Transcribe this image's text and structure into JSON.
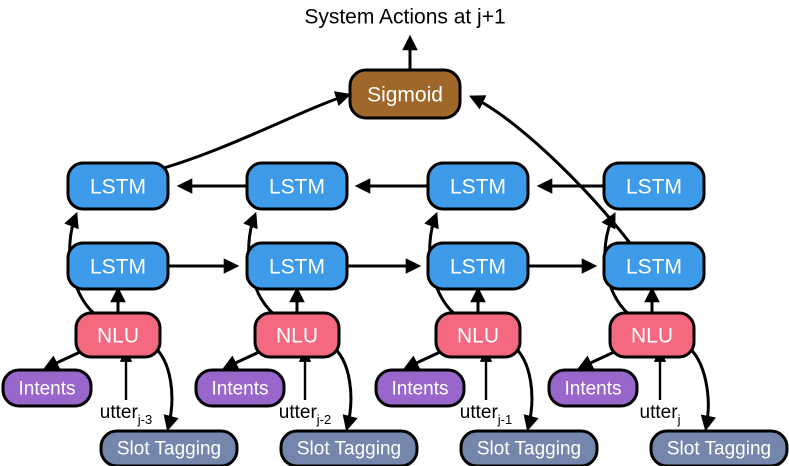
{
  "diagram": {
    "title": "System Actions at j+1",
    "colors": {
      "lstm": "#3D9BE9",
      "nlu": "#F4697F",
      "sigmoid": "#A0672B",
      "intents": "#9966CC",
      "slot_tagging": "#7486AC",
      "stroke": "#000000",
      "label_text": "#FFFFFF",
      "background": "#FFFFFF"
    },
    "labels": {
      "lstm": "LSTM",
      "nlu": "NLU",
      "sigmoid": "Sigmoid",
      "intents": "Intents",
      "slot_tagging": "Slot Tagging"
    },
    "timesteps": [
      {
        "index": 0,
        "utter_base": "utter",
        "utter_sub": "j-3",
        "lstm_backward": "LSTM",
        "lstm_forward": "LSTM",
        "nlu": "NLU",
        "intents": "Intents",
        "slot_tagging": "Slot Tagging"
      },
      {
        "index": 1,
        "utter_base": "utter",
        "utter_sub": "j-2",
        "lstm_backward": "LSTM",
        "lstm_forward": "LSTM",
        "nlu": "NLU",
        "intents": "Intents",
        "slot_tagging": "Slot Tagging"
      },
      {
        "index": 2,
        "utter_base": "utter",
        "utter_sub": "j-1",
        "lstm_backward": "LSTM",
        "lstm_forward": "LSTM",
        "nlu": "NLU",
        "intents": "Intents",
        "slot_tagging": "Slot Tagging"
      },
      {
        "index": 3,
        "utter_base": "utter",
        "utter_sub": "j",
        "lstm_backward": "LSTM",
        "lstm_forward": "LSTM",
        "nlu": "NLU",
        "intents": "Intents",
        "slot_tagging": "Slot Tagging"
      }
    ],
    "output_node": "Sigmoid"
  }
}
